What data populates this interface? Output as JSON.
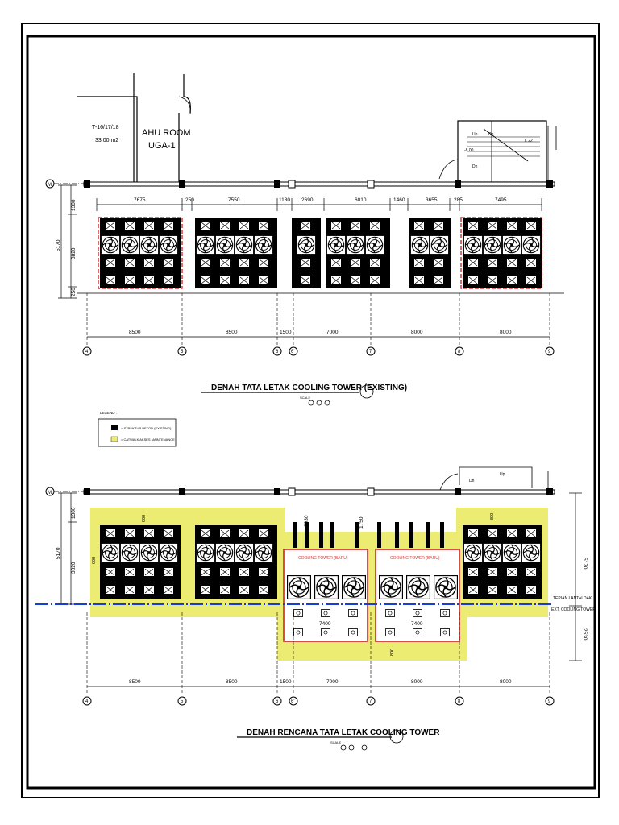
{
  "top_plan": {
    "title": "DENAH TATA LETAK COOLING TOWER (EXISTING)",
    "scale": "SCALE",
    "room_code": "T-16/17/18",
    "room_area": "33.00 m2",
    "ahu_line1": "AHU ROOM",
    "ahu_line2": "UGA-1",
    "top_dims": [
      "7675",
      "250",
      "7550",
      "1180",
      "2690",
      "6010",
      "1460",
      "3655",
      "285",
      "7495"
    ],
    "left_dims": [
      "1300",
      "3820",
      "250"
    ],
    "left_total": "5170",
    "bottom_dims": [
      "8500",
      "8500",
      "1500",
      "7000",
      "8000",
      "8000"
    ],
    "grid_labels": [
      "4",
      "5",
      "6",
      "6'",
      "7",
      "8",
      "9"
    ],
    "stair_labels": [
      "Up",
      "Dn",
      "Dn",
      "T. 22",
      "-8.00"
    ]
  },
  "legend": {
    "title": "LEGEND :",
    "item1": "= STRUKTUR BETON (EXISTING)",
    "item2": "= CATWALK AKSES MAINTENANCE"
  },
  "bottom_plan": {
    "title": "DENAH RENCANA TATA LETAK COOLING TOWER",
    "scale": "SCALE",
    "new_ct_label": "COOLING TOWER (BARU)",
    "new_ct_dim": "7400",
    "left_dims": [
      "1300",
      "3820"
    ],
    "left_total": "5170",
    "right_dims": [
      "5170",
      "2530"
    ],
    "vert_dims": [
      "2930",
      "1750"
    ],
    "small_dims": [
      "600",
      "800",
      "800",
      "800"
    ],
    "edge_note_line1": "TEPIAN LANTAI DAK",
    "edge_note_line2": "EXT. COOLING TOWER",
    "bottom_dims": [
      "8500",
      "8500",
      "1500",
      "7000",
      "8000",
      "8000"
    ],
    "grid_labels": [
      "4",
      "5",
      "6",
      "6'",
      "7",
      "8",
      "9"
    ],
    "stair_labels": [
      "Dn",
      "Up"
    ]
  },
  "colors": {
    "structure": "#000000",
    "catwalk": "#ecec72",
    "equipment_outline": "#d33a3a",
    "floor_edge": "#1a3cd6"
  }
}
